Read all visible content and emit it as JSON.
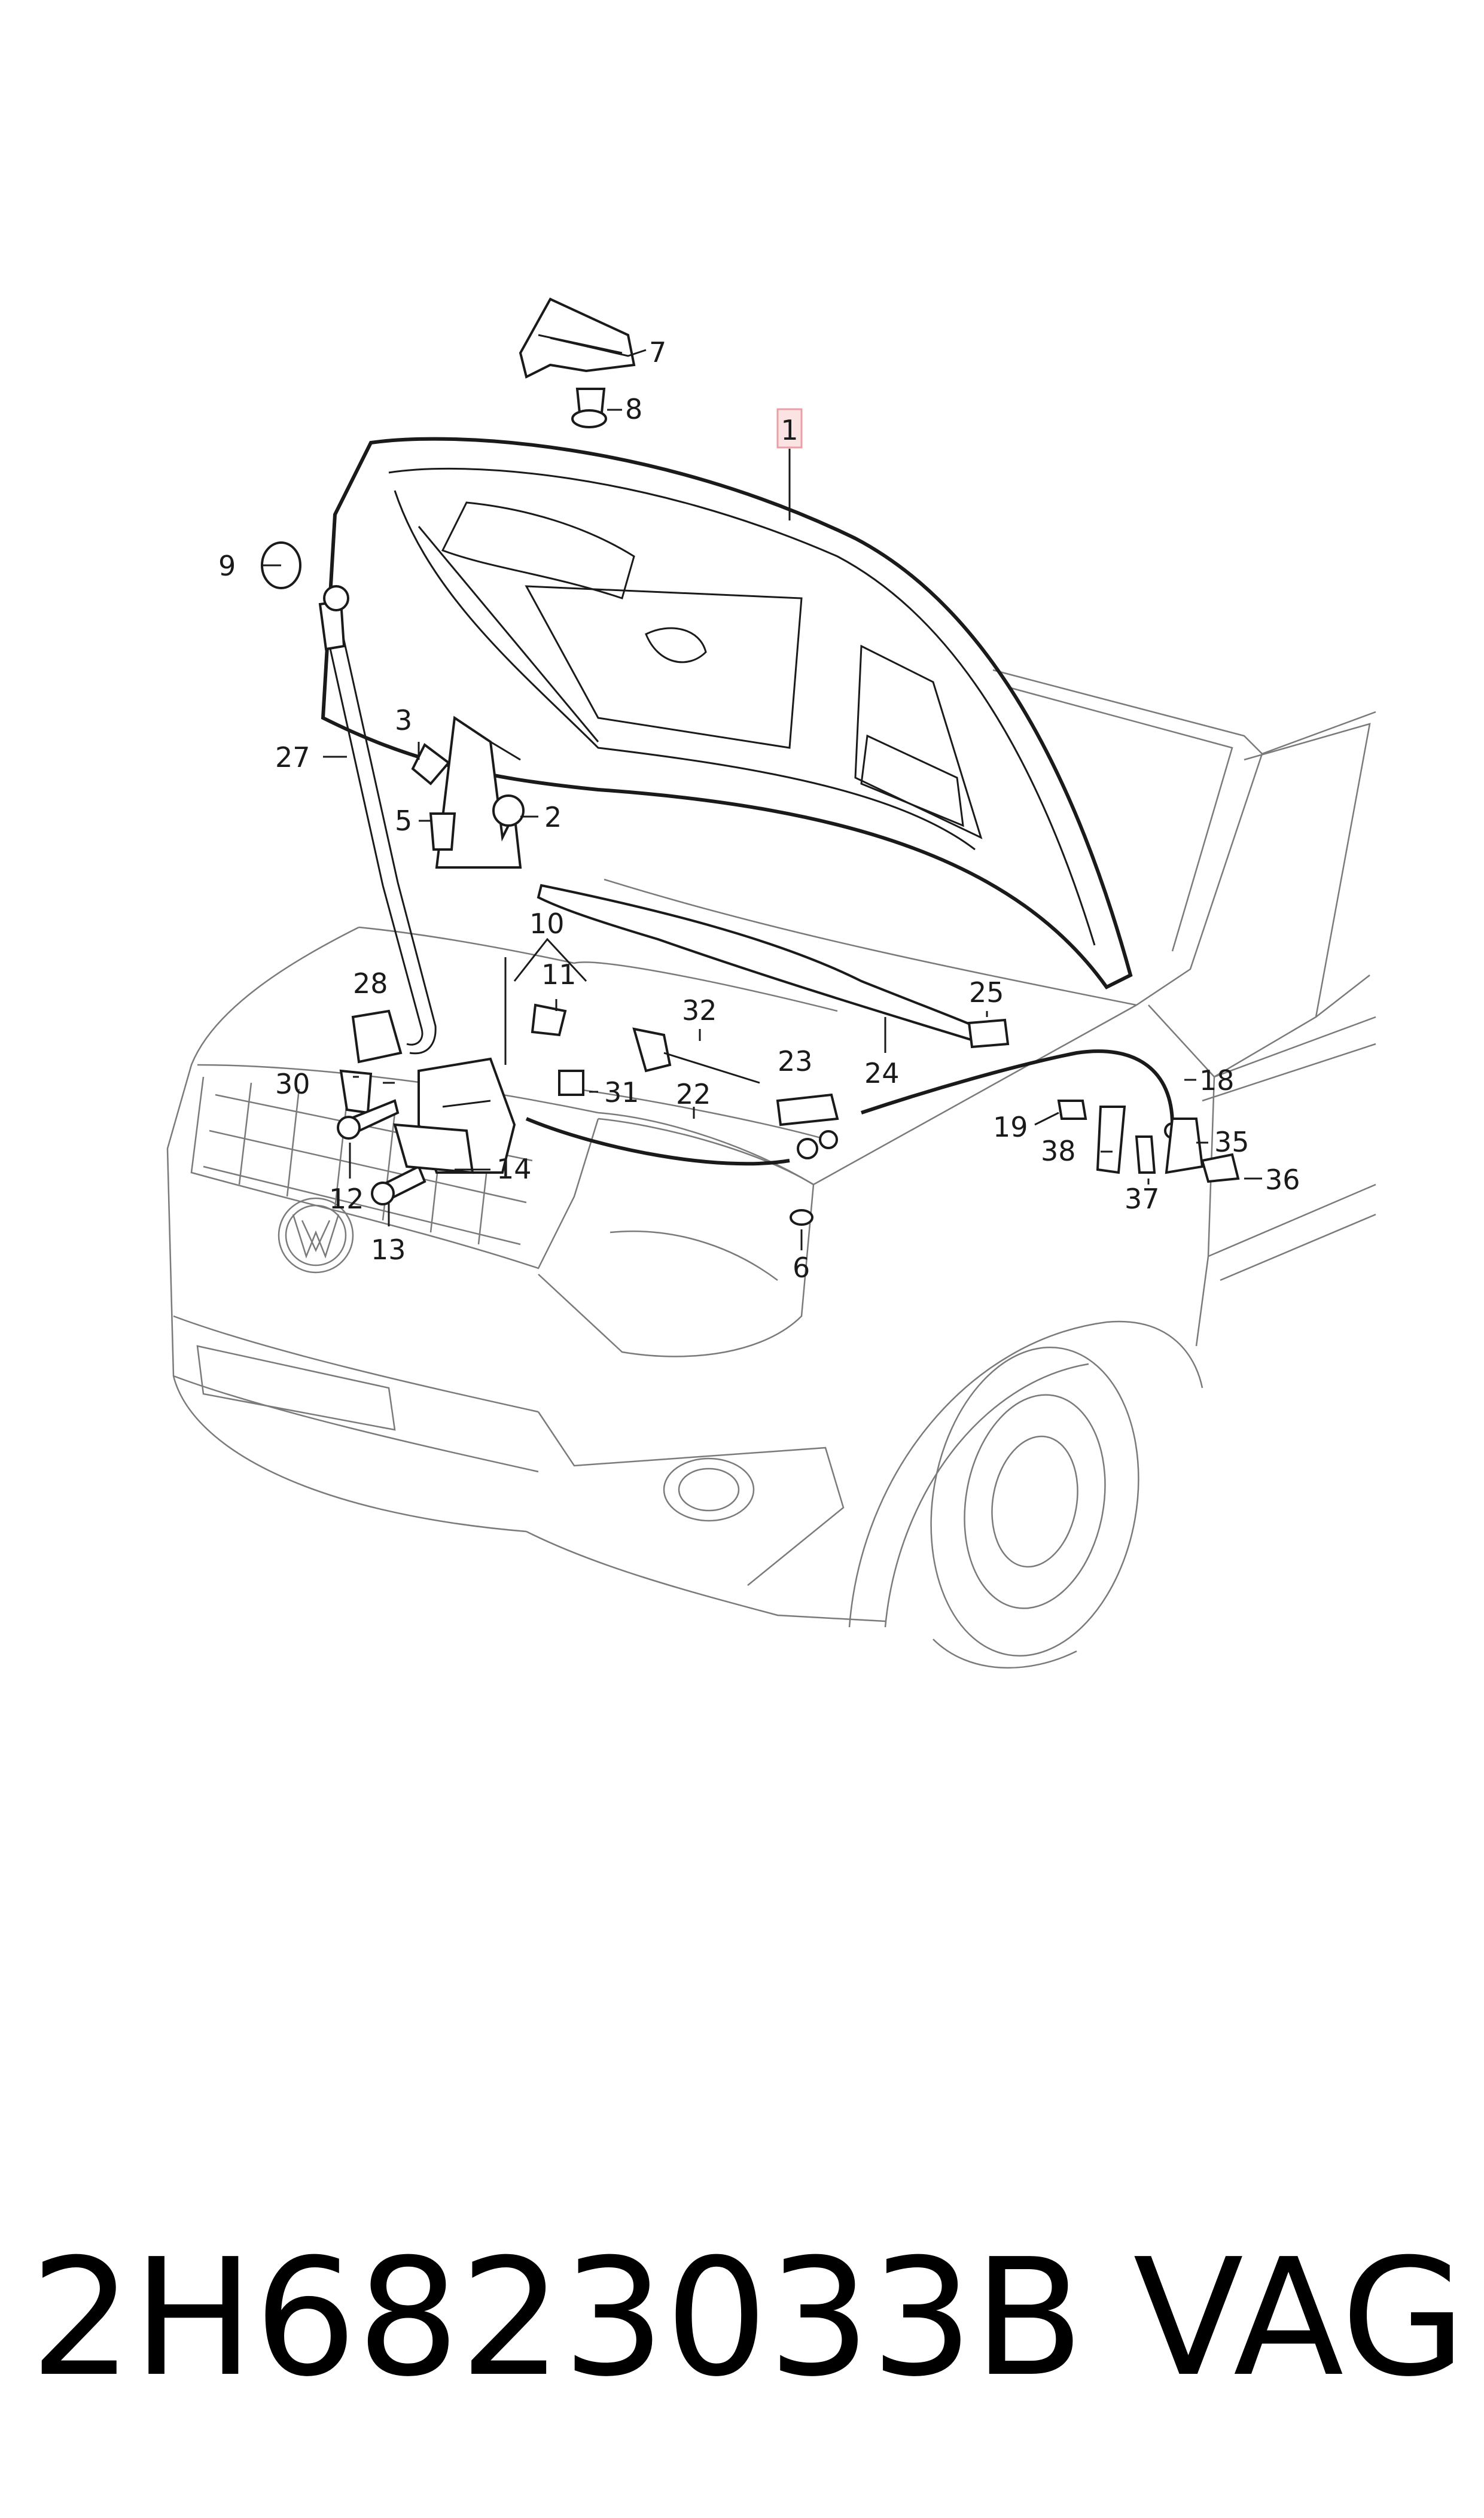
{
  "callouts": {
    "c1": "1",
    "c2": "2",
    "c3": "3",
    "c5": "5",
    "c6": "6",
    "c7": "7",
    "c8": "8",
    "c9": "9",
    "c10": "10",
    "c11": "11",
    "c12": "12",
    "c13": "13",
    "c14": "14",
    "c18": "18",
    "c19": "19",
    "c22": "22",
    "c23": "23",
    "c24": "24",
    "c25": "25",
    "c27": "27",
    "c28": "28",
    "c30": "30",
    "c31": "31",
    "c32": "32",
    "c35": "35",
    "c36": "36",
    "c37": "37",
    "c38": "38"
  },
  "highlight": {
    "callout": "1",
    "color": "#e8a0a6"
  },
  "footer": {
    "part_number": "2H6823033B",
    "brand": "VAG"
  }
}
